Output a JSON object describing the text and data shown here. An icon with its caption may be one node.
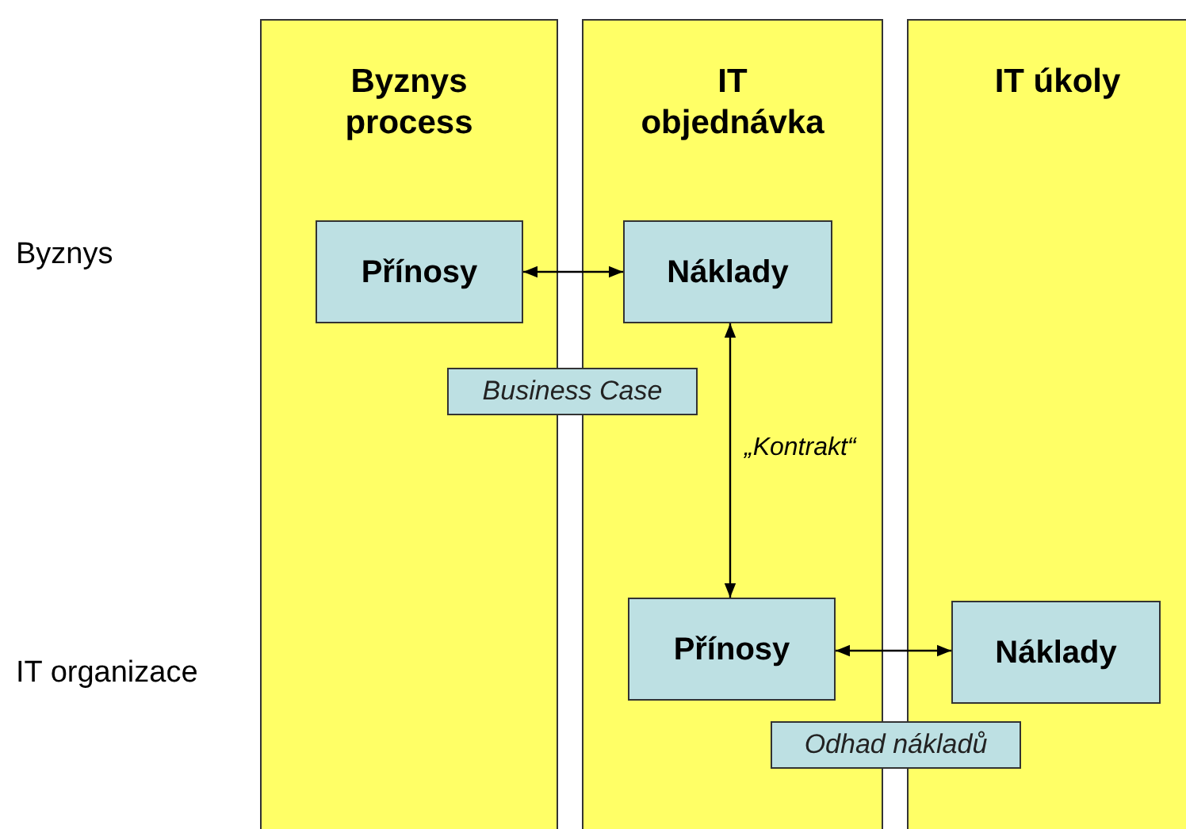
{
  "diagram": {
    "nodes": [
      {
        "text": [
          "Byznys process"
        ]
      },
      {
        "text": [
          "IT objednávka"
        ]
      },
      {
        "text": [
          "IT úkoly"
        ]
      },
      {
        "text": [
          "Přínosy"
        ],
        "in": 0
      },
      {
        "text": [
          "Náklady"
        ],
        "in": 1
      },
      {
        "text": [
          "Přínosy"
        ],
        "in": 1
      },
      {
        "text": [
          "Náklady"
        ],
        "in": 2
      },
      {
        "text": [
          "Business Case"
        ]
      },
      {
        "text": [
          "Odhad nákladů"
        ]
      }
    ],
    "edges": [
      {
        "from": 3,
        "to": 4,
        "arrow": "both"
      },
      {
        "from": 4,
        "to": 5,
        "arrow": "both",
        "label": "„Kontrakt“"
      },
      {
        "from": 5,
        "to": 6,
        "arrow": "both"
      }
    ],
    "labels": [
      "Byznys",
      "IT organizace"
    ]
  }
}
